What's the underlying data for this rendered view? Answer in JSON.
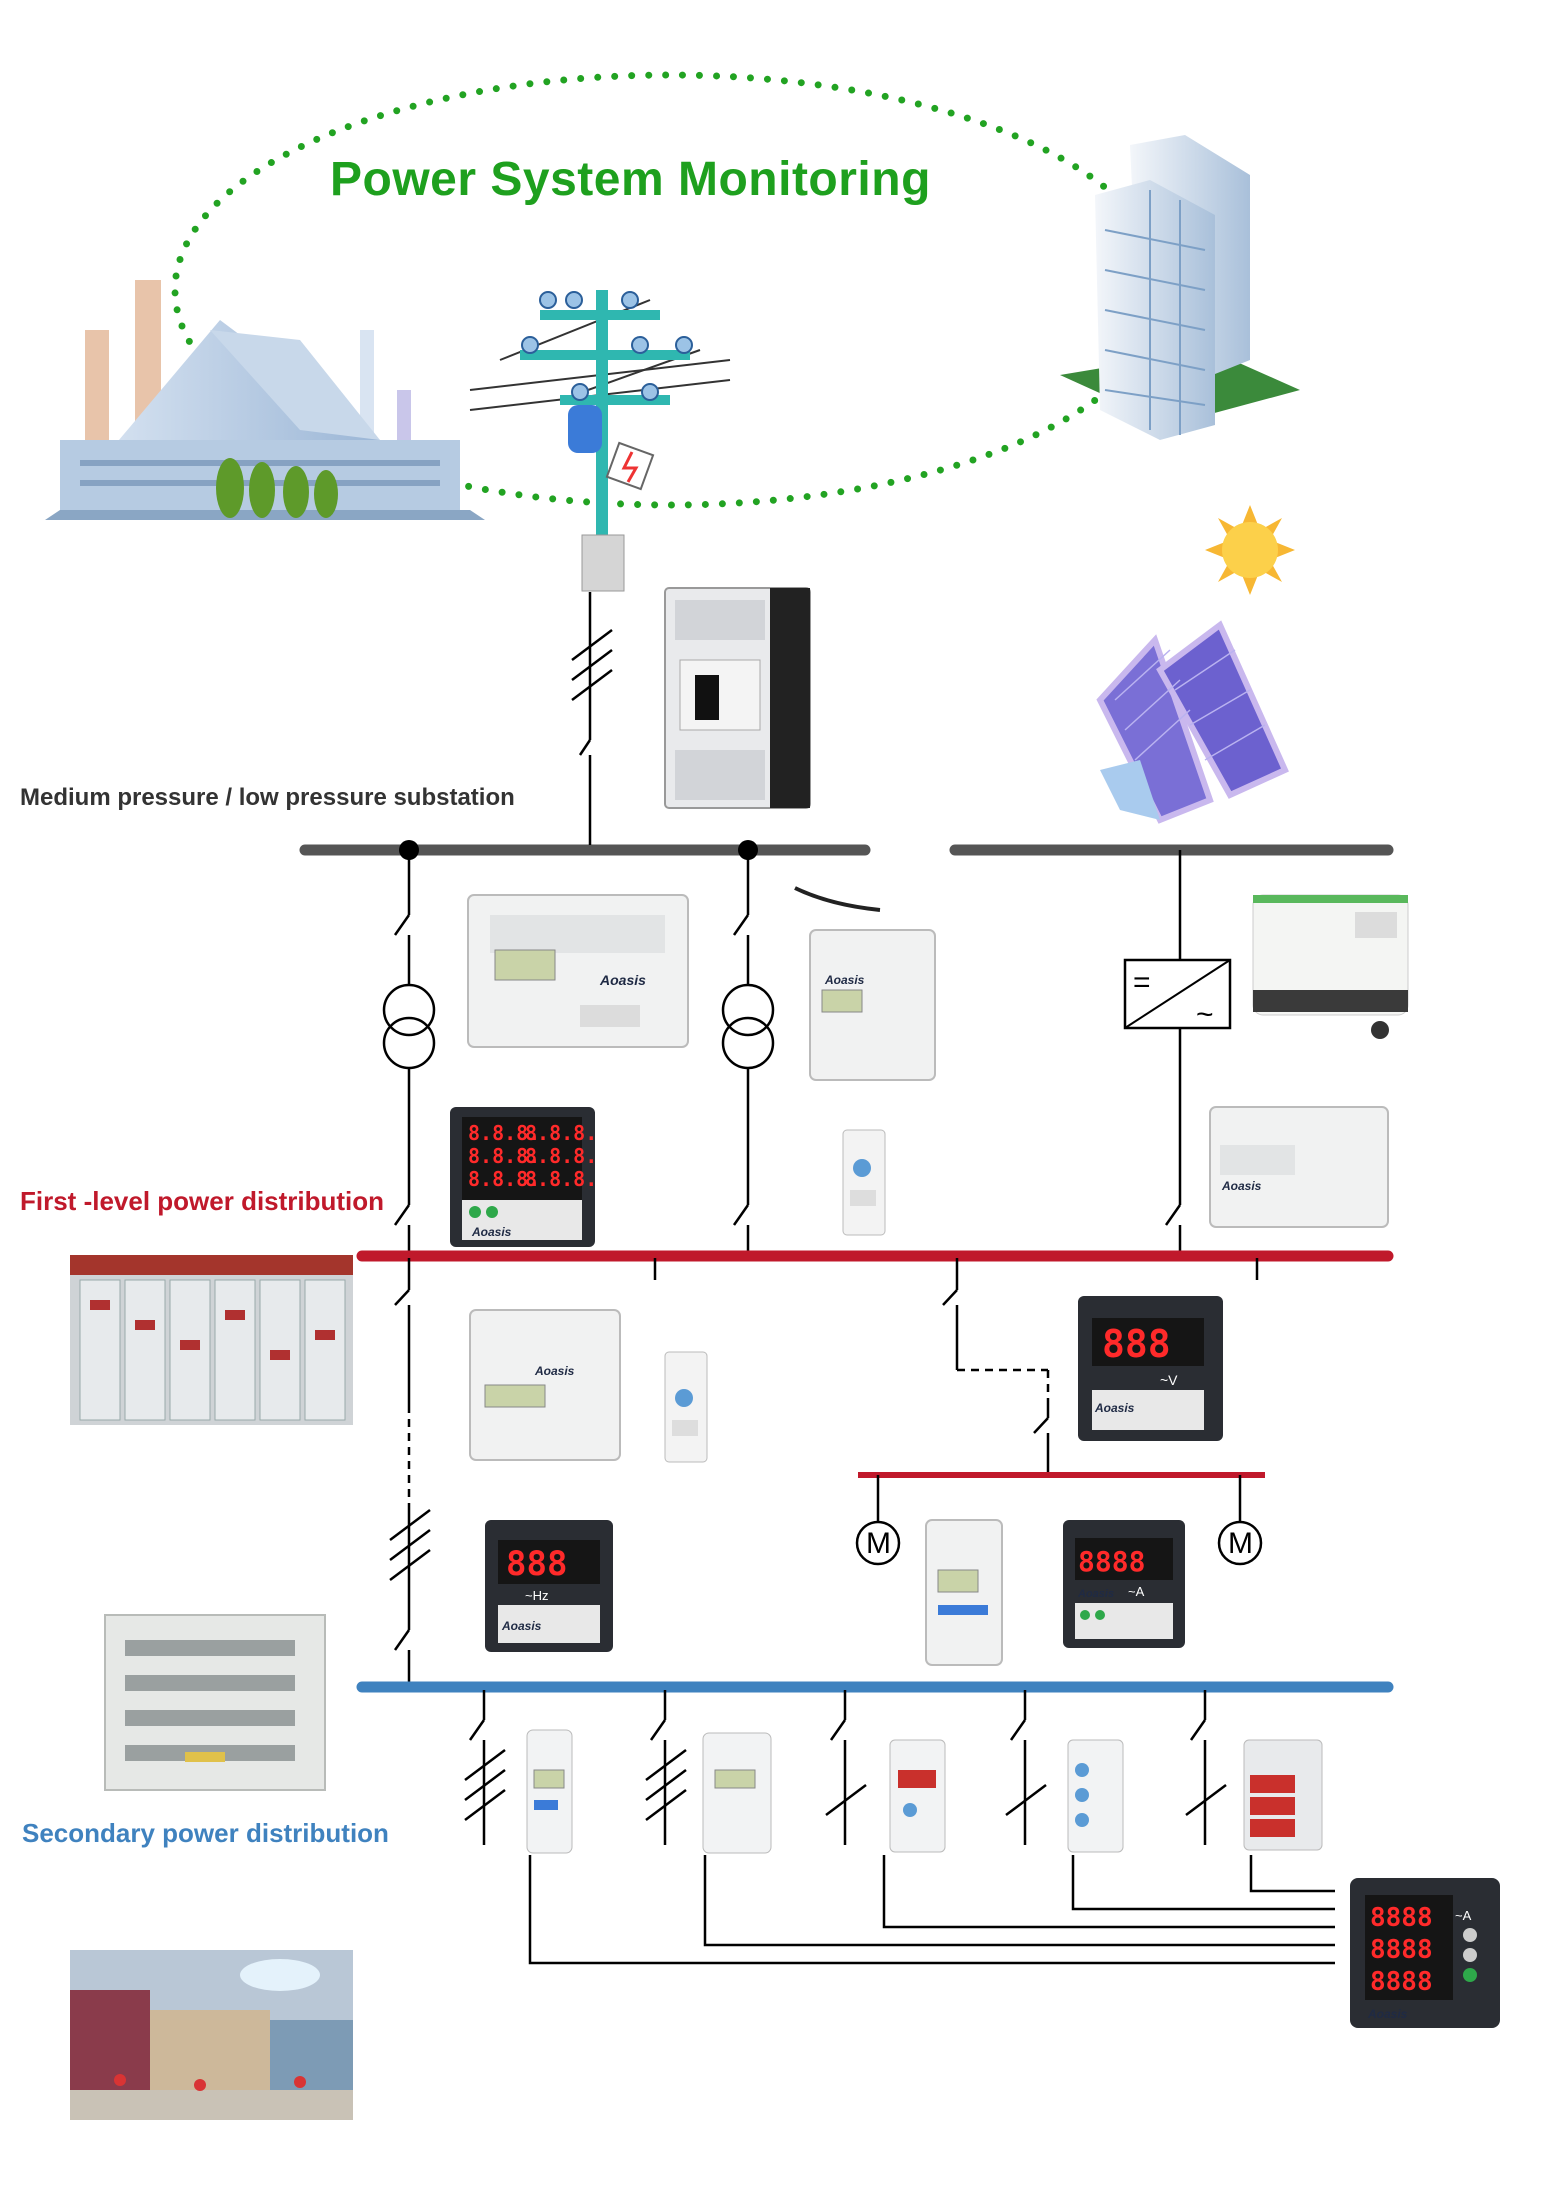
{
  "title": "Power System Monitoring",
  "labels": {
    "substation": "Medium pressure / low pressure substation",
    "first_level": "First -level power distribution",
    "secondary": "Secondary power distribution"
  },
  "brand": "Aoasis",
  "meters": {
    "multifunction_top": "8.8.8.",
    "voltmeter": {
      "digits": "888",
      "unit": "~V"
    },
    "frequency": {
      "digits": "888",
      "unit": "~Hz"
    },
    "ammeter": {
      "digits": "8888",
      "unit": "~A"
    },
    "three_phase": {
      "digits": "8888",
      "unit": "~A"
    }
  },
  "inverter_symbols": {
    "dc": "=",
    "ac": "~"
  },
  "motor_label": "M",
  "colors": {
    "title_green": "#1ea01e",
    "first_level_red": "#c0192b",
    "secondary_blue": "#3f82bf",
    "bus_gray": "#555555",
    "display_red": "#ff2a2a"
  }
}
